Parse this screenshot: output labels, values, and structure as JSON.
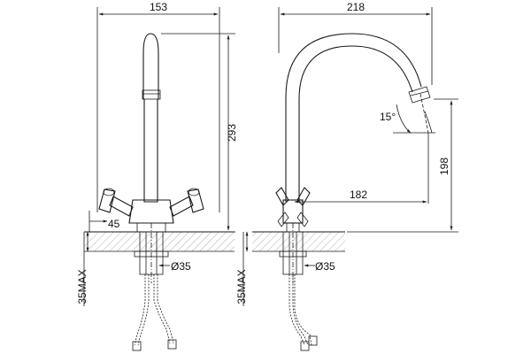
{
  "drawing": {
    "front_view": {
      "width_label": "153",
      "height_label": "293",
      "lever_offset_label": "45",
      "mount_diameter_label": "Ø35",
      "deck_thickness_label": "35MAX"
    },
    "side_view": {
      "width_label": "218",
      "height_label": "198",
      "reach_label": "182",
      "swivel_angle_label": "15°",
      "mount_diameter_label": "Ø35",
      "deck_thickness_label": "35MAX"
    },
    "colors": {
      "line": "#1a1a1a",
      "hatch": "#7a7a7a",
      "background": "#ffffff"
    }
  }
}
